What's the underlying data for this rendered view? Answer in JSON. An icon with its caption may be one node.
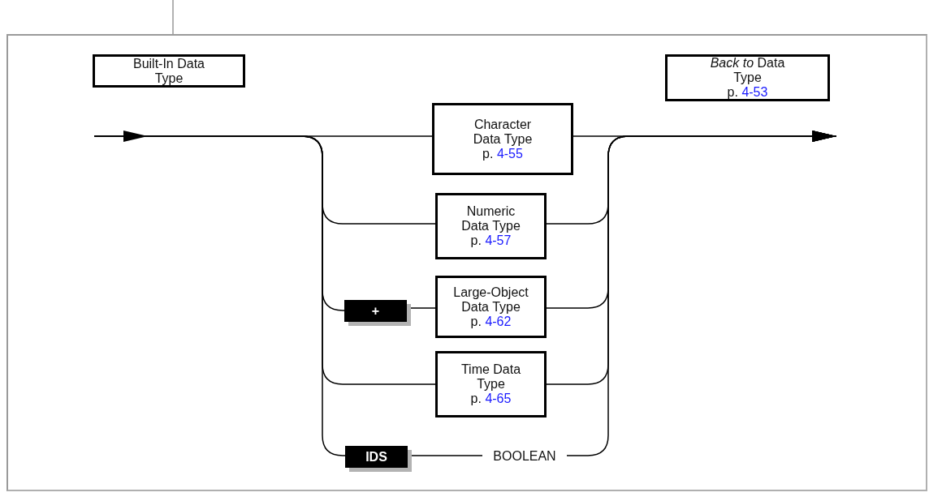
{
  "diagram": {
    "nodes": [
      {
        "text": [
          "Built-In Data Type"
        ]
      },
      {
        "text": [
          "*Back to* Data Type",
          "p. 4-53"
        ]
      },
      {
        "text": [
          "Character Data Type",
          "p. 4-55"
        ]
      },
      {
        "text": [
          "Numeric Data Type",
          "p. 4-57"
        ]
      },
      {
        "text": [
          "+"
        ]
      },
      {
        "text": [
          "Large-Object Data Type",
          "p. 4-62"
        ]
      },
      {
        "text": [
          "Time Data Type",
          "p. 4-65"
        ]
      },
      {
        "text": [
          "IDS"
        ]
      },
      {
        "text": [
          "BOOLEAN"
        ]
      }
    ],
    "edges": [
      {
        "from": null,
        "to": 2,
        "arrow": "none"
      },
      {
        "from": null,
        "to": 3,
        "arrow": "none"
      },
      {
        "from": null,
        "to": 4,
        "arrow": "none"
      },
      {
        "from": 4,
        "to": 5,
        "arrow": "none"
      },
      {
        "from": null,
        "to": 6,
        "arrow": "none"
      },
      {
        "from": null,
        "to": 7,
        "arrow": "none"
      },
      {
        "from": 7,
        "to": 8,
        "arrow": "none"
      },
      {
        "from": 2,
        "to": null,
        "arrow": "to"
      },
      {
        "from": 3,
        "to": null,
        "arrow": "to"
      },
      {
        "from": 5,
        "to": null,
        "arrow": "to"
      },
      {
        "from": 6,
        "to": null,
        "arrow": "to"
      },
      {
        "from": 8,
        "to": null,
        "arrow": "to"
      }
    ]
  }
}
